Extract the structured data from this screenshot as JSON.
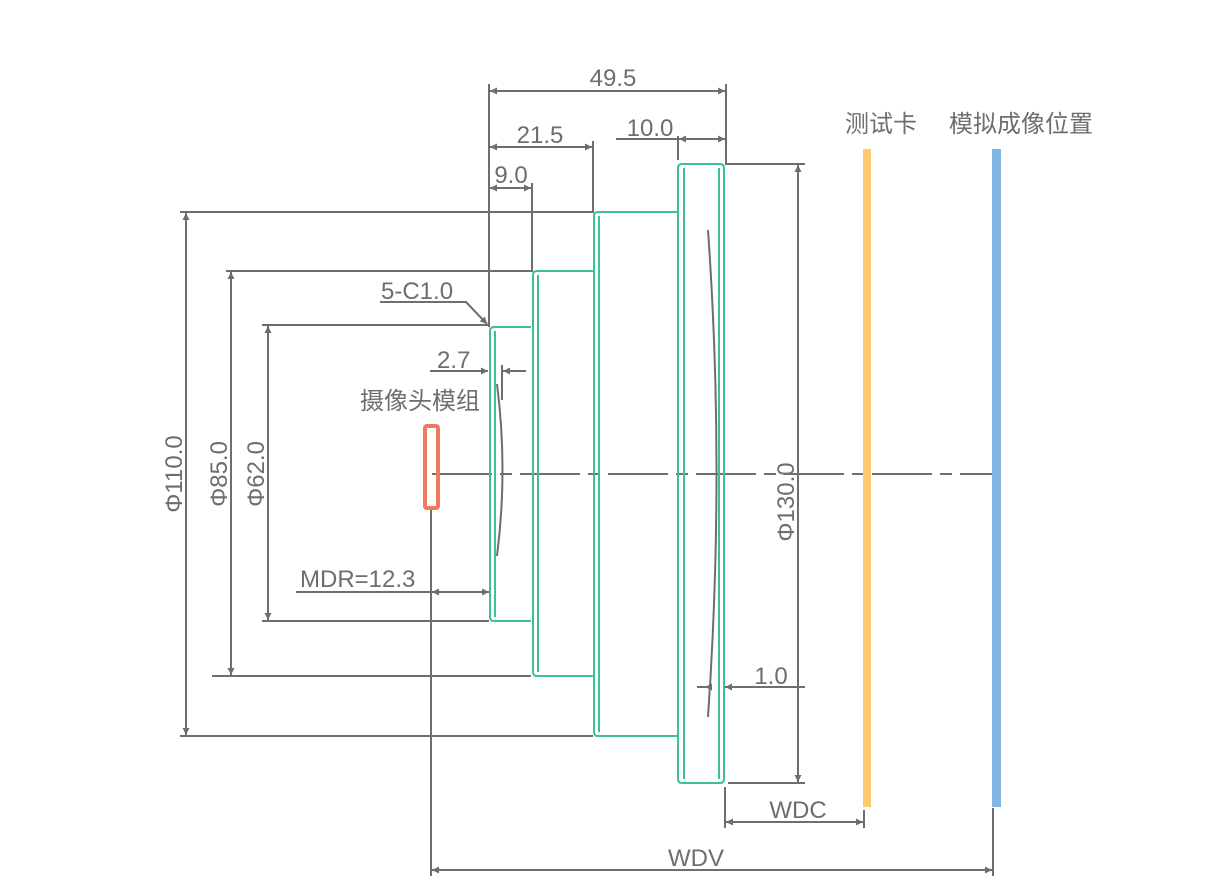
{
  "diagram": {
    "labels": {
      "total_length": "49.5",
      "length_21_5": "21.5",
      "length_10_0": "10.0",
      "length_9_0": "9.0",
      "chamfer": "5-C1.0",
      "length_2_7": "2.7",
      "camera_module": "摄像头模组",
      "diameter_110": "Φ110.0",
      "diameter_85": "Φ85.0",
      "diameter_62": "Φ62.0",
      "diameter_130": "Φ130.0",
      "mdr": "MDR=12.3",
      "thickness_1_0": "1.0",
      "wdc": "WDC",
      "wdv": "WDV",
      "test_card": "测试卡",
      "sim_image_position": "模拟成像位置"
    },
    "colors": {
      "dimension_line": "#6d6d72",
      "lens_body": "#3dbf9a",
      "camera_sensor": "#f27a5a",
      "test_card": "#fdca72",
      "image_plane": "#82b5e3"
    }
  }
}
